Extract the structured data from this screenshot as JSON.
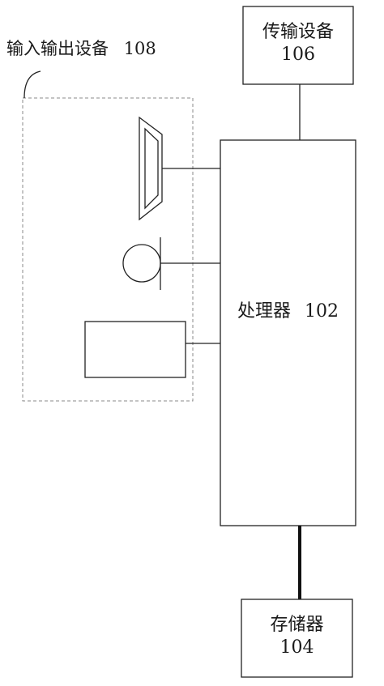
{
  "diagram": {
    "io_group": {
      "name": "输入输出设备",
      "ref": "108"
    },
    "transmission": {
      "name": "传输设备",
      "ref": "106"
    },
    "processor": {
      "name": "处理器",
      "ref": "102"
    },
    "memory": {
      "name": "存储器",
      "ref": "104"
    },
    "icons": [
      "speaker-icon",
      "microphone-icon",
      "display-icon"
    ],
    "colors": {
      "stroke": "#222222",
      "dashed": "#8a8a8a",
      "background": "#ffffff"
    }
  }
}
